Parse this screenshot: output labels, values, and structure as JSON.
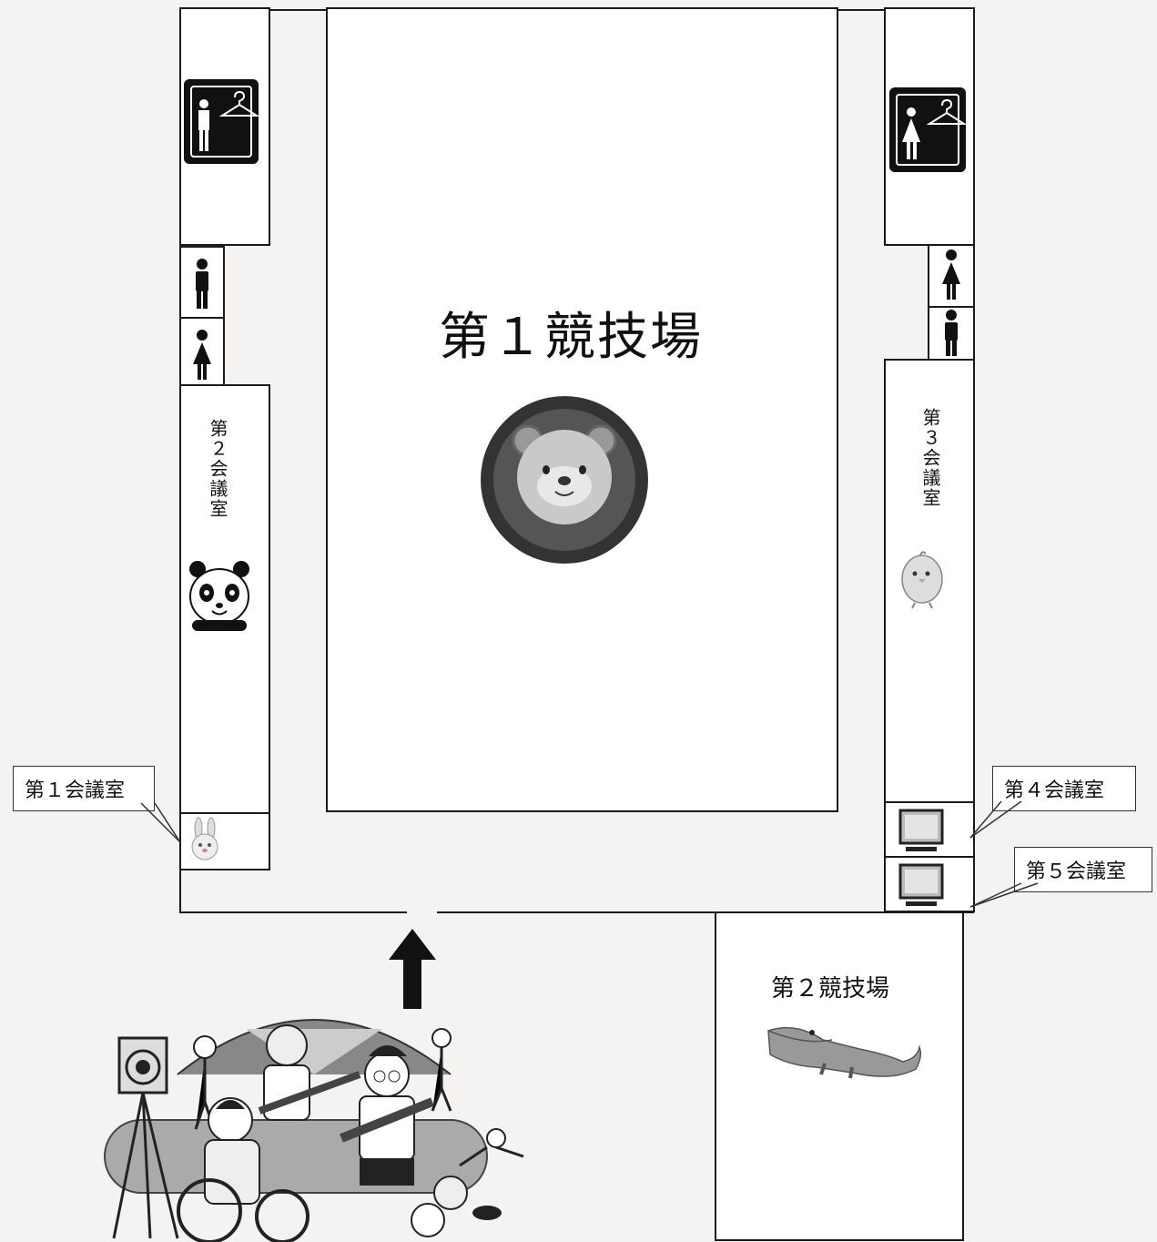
{
  "map": {
    "arena1_label": "第１競技場",
    "arena2_label": "第２競技場",
    "room2_label": "第２会議室",
    "room3_label": "第３会議室",
    "callout_room1": "第１会議室",
    "callout_room4": "第４会議室",
    "callout_room5": "第５会議室"
  },
  "icons": [
    "mens-changing-room-icon",
    "womens-changing-room-icon",
    "male-restroom-icon",
    "female-restroom-icon",
    "lion-icon",
    "panda-icon",
    "chick-icon",
    "rabbit-icon",
    "crocodile-icon",
    "monitor-icon",
    "entrance-arrow-icon",
    "sports-people-illustration"
  ],
  "colors": {
    "line": "#1a1a1a",
    "paper": "#f4f3f1"
  }
}
